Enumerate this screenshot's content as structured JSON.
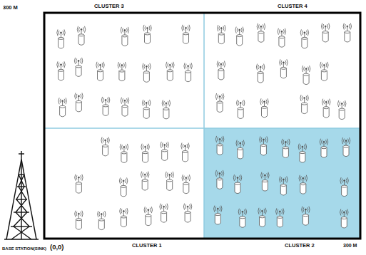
{
  "diagram": {
    "nodes": [
      {
        "text": [
          "CLUSTER 3"
        ]
      },
      {
        "text": [
          "CLUSTER 4"
        ]
      },
      {
        "text": [
          "CLUSTER 1"
        ]
      },
      {
        "text": [
          "CLUSTER 2"
        ]
      }
    ],
    "labels": [
      "300 M",
      "300 M",
      "BASE STATION(SINK)",
      "(0,0)"
    ]
  }
}
